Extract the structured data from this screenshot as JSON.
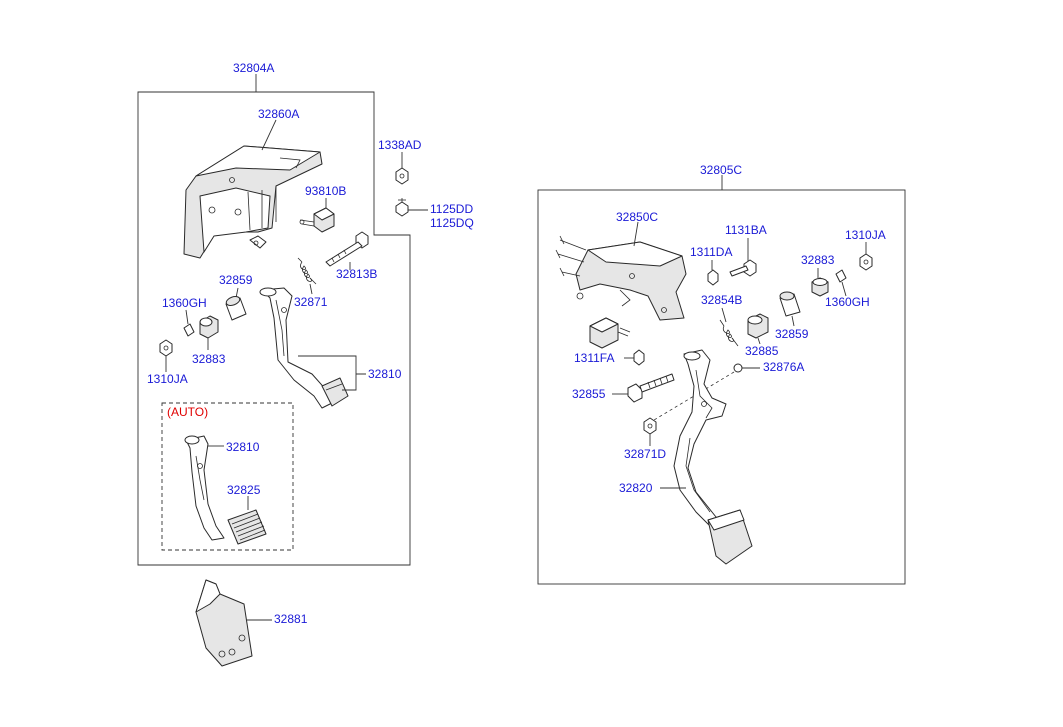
{
  "diagram": {
    "labels": {
      "p32804A": "32804A",
      "p32860A": "32860A",
      "p1338AD": "1338AD",
      "p93810B": "93810B",
      "p1125DD": "1125DD",
      "p1125DQ": "1125DQ",
      "p32813B": "32813B",
      "p32859_left": "32859",
      "p32871": "32871",
      "p1360GH_left": "1360GH",
      "p32883_left": "32883",
      "p1310JA_left": "1310JA",
      "p32810_main": "32810",
      "auto": "(AUTO)",
      "p32810_auto": "32810",
      "p32825": "32825",
      "p32881": "32881",
      "p32805C": "32805C",
      "p32850C": "32850C",
      "p1131BA": "1131BA",
      "p1311DA": "1311DA",
      "p1310JA_right": "1310JA",
      "p32883_right": "32883",
      "p1360GH_right": "1360GH",
      "p32854B": "32854B",
      "p32859_right": "32859",
      "p32885": "32885",
      "p1311FA": "1311FA",
      "p32876A": "32876A",
      "p32855": "32855",
      "p32871D": "32871D",
      "p32820": "32820"
    }
  }
}
